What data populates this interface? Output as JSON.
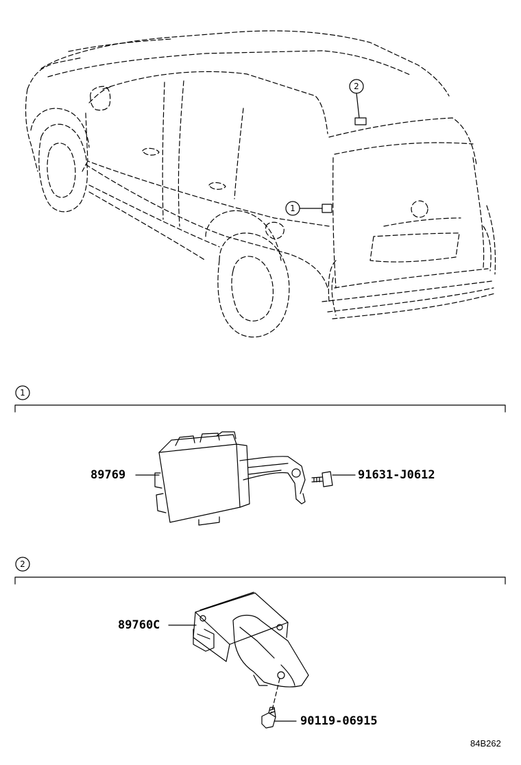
{
  "diagram": {
    "code": "84B262",
    "callouts": [
      {
        "num": "1"
      },
      {
        "num": "2"
      }
    ],
    "sections": [
      {
        "num": "1",
        "parts": [
          "89769",
          "91631-J0612"
        ]
      },
      {
        "num": "2",
        "parts": [
          "89760C",
          "90119-06915"
        ]
      }
    ]
  }
}
